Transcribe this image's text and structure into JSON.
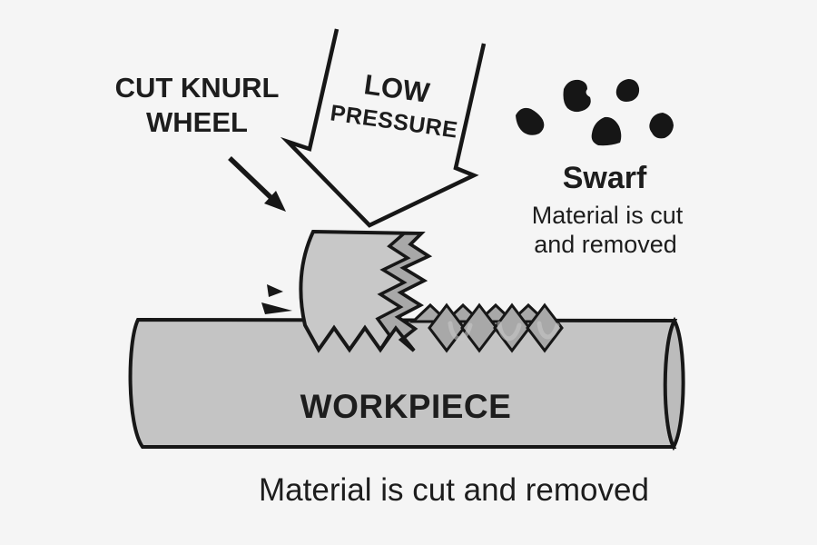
{
  "diagram_title": "Cut knurling process",
  "background_color": "#f5f5f5",
  "colors": {
    "outline": "#171717",
    "wheel_metal": "#c8c8c8",
    "workpiece_metal": "#c4c4c4",
    "end_cap": "#bcbcbc",
    "cut_texture": "#a8a8a8",
    "arrow_interior": "#f5f5f5",
    "swarf_chip": "#161616",
    "text": "#1d1d1d"
  },
  "labels": {
    "tool": {
      "line1": "CUT KNURL",
      "line2": "WHEEL"
    },
    "pressure": {
      "line1": "LOW",
      "line2": "PRESSURE"
    },
    "swarf": {
      "title": "Swarf",
      "desc_line1": "Material is cut",
      "desc_line2": "and removed"
    },
    "workpiece": "WORKPIECE",
    "caption": "Material is cut and removed"
  },
  "icons": {
    "pressure_arrow": "large-outlined-down-arrow",
    "tool_pointer": "filled-diagonal-arrow",
    "feed_marks": "two-wedge-motion-triangles",
    "swarf_chips": "five-irregular-black-chips",
    "knurl_texture": "crosshatch-diamond-band"
  }
}
